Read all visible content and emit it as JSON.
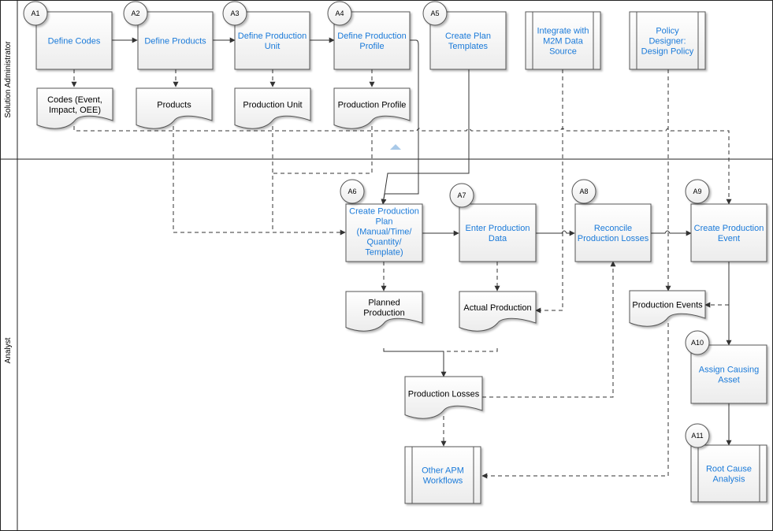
{
  "lanes": [
    {
      "id": "admin",
      "label": "Solution Administrator"
    },
    {
      "id": "analyst",
      "label": "Analyst"
    }
  ],
  "steps": {
    "a1": {
      "badge": "A1",
      "lines": [
        "Define Codes"
      ]
    },
    "a2": {
      "badge": "A2",
      "lines": [
        "Define Products"
      ]
    },
    "a3": {
      "badge": "A3",
      "lines": [
        "Define Production",
        "Unit"
      ]
    },
    "a4": {
      "badge": "A4",
      "lines": [
        "Define Production",
        "Profile"
      ]
    },
    "a5": {
      "badge": "A5",
      "lines": [
        "Create Plan",
        "Templates"
      ]
    },
    "m2m": {
      "badge": "",
      "lines": [
        "Integrate with",
        "M2M Data",
        "Source"
      ]
    },
    "policy": {
      "badge": "",
      "lines": [
        "Policy",
        "Designer:",
        "Design Policy"
      ]
    },
    "a6": {
      "badge": "A6",
      "lines": [
        "Create Production",
        "Plan",
        "(Manual/Time/",
        "Quantity/",
        "Template)"
      ]
    },
    "a7": {
      "badge": "A7",
      "lines": [
        "Enter Production",
        "Data"
      ]
    },
    "a8": {
      "badge": "A8",
      "lines": [
        "Reconcile",
        "Production Losses"
      ]
    },
    "a9": {
      "badge": "A9",
      "lines": [
        "Create Production",
        "Event"
      ]
    },
    "a10": {
      "badge": "A10",
      "lines": [
        "Assign Causing",
        "Asset"
      ]
    },
    "a11": {
      "badge": "A11",
      "lines": [
        "Root Cause",
        "Analysis"
      ]
    },
    "other": {
      "badge": "",
      "lines": [
        "Other APM",
        "Workflows"
      ]
    }
  },
  "documents": {
    "codes": {
      "lines": [
        "Codes (Event,",
        "Impact, OEE)"
      ]
    },
    "products": {
      "lines": [
        "Products"
      ]
    },
    "unit": {
      "lines": [
        "Production Unit"
      ]
    },
    "profile": {
      "lines": [
        "Production Profile"
      ]
    },
    "planned": {
      "lines": [
        "Planned",
        "Production"
      ]
    },
    "actual": {
      "lines": [
        "Actual Production"
      ]
    },
    "events": {
      "lines": [
        "Production Events"
      ]
    },
    "losses": {
      "lines": [
        "Production Losses"
      ]
    }
  },
  "colors": {
    "link": "#1a7ad9",
    "fill": "#f2f2f2",
    "stroke": "#555555",
    "line": "#333333",
    "up_marker": "#a9c9e8"
  }
}
